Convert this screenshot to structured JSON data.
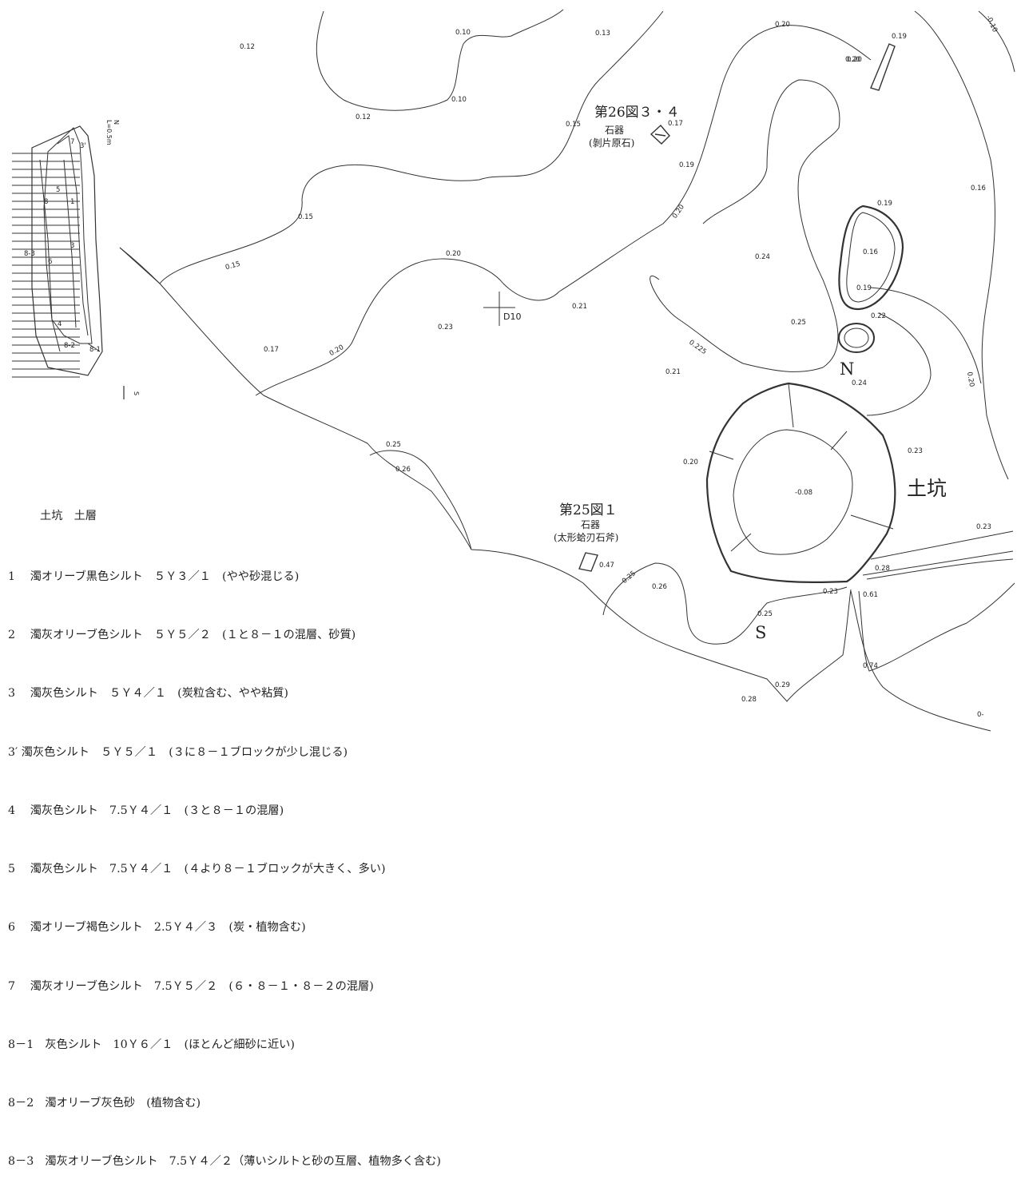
{
  "map": {
    "title_pit": "土坑",
    "north": "N",
    "south": "S",
    "grid_label": "D10",
    "section_scale": "N\nL=0.5m",
    "section_south": "S",
    "section_layers": [
      "1",
      "2",
      "3",
      "3'",
      "5",
      "4",
      "6",
      "7",
      "8-1",
      "8-2",
      "8-3"
    ],
    "fig26": {
      "title": "第26図３・４",
      "type": "石器",
      "desc": "(剝片原石)"
    },
    "fig25": {
      "title": "第25図１",
      "type": "石器",
      "desc": "(太形蛤刃石斧)"
    },
    "contour_labels": [
      "0.10",
      "0.10",
      "0.15",
      "0.15",
      "0.15",
      "0.20",
      "0.20",
      "0.20",
      "0.225",
      "0.20",
      "0.25",
      "0.25",
      "0.20",
      "-0.10",
      "0.20"
    ],
    "spot_heights": [
      "0.12",
      "0.13",
      "0.12",
      "0.17",
      "0.19",
      "0.16",
      "0.19",
      "0.16",
      "0.19",
      "0.22",
      "0.24",
      "0.25",
      "0.21",
      "0.23",
      "0.21",
      "0.17",
      "0.26",
      "0.23",
      "0.24",
      "0.23",
      "-0.08",
      "0.20",
      "0.47",
      "0.26",
      "0.28",
      "0.23",
      "0.61",
      "0.25",
      "0.74",
      "0.29",
      "0.28",
      "0.20",
      "0.19",
      "0-"
    ]
  },
  "legend": {
    "heading": "土坑　土層",
    "rows": [
      "1　 濁オリーブ黒色シルト　５Ｙ３／１　(やや砂混じる)",
      "2　 濁灰オリーブ色シルト　５Ｙ５／２　(１と８－１の混層、砂質)",
      "3　 濁灰色シルト　５Ｙ４／１　(炭粒含む、やや粘質)",
      "3′ 濁灰色シルト　５Ｙ５／１　(３に８－１ブロックが少し混じる)",
      "4　 濁灰色シルト　7.5Ｙ４／１　(３と８－１の混層)",
      "5　 濁灰色シルト　7.5Ｙ４／１　(４より８－１ブロックが大きく、多い)",
      "6　 濁オリーブ褐色シルト　2.5Ｙ４／３　(炭・植物含む)",
      "7　 濁灰オリーブ色シルト　7.5Ｙ５／２　(６・８－１・８－２の混層)",
      "8－1　灰色シルト　10Ｙ６／１　(ほとんど細砂に近い)",
      "8－2　濁オリーブ灰色砂　(植物含む)",
      "8－3　濁灰オリーブ色シルト　7.5Ｙ４／２（薄いシルトと砂の互層、植物多く含む)"
    ]
  }
}
